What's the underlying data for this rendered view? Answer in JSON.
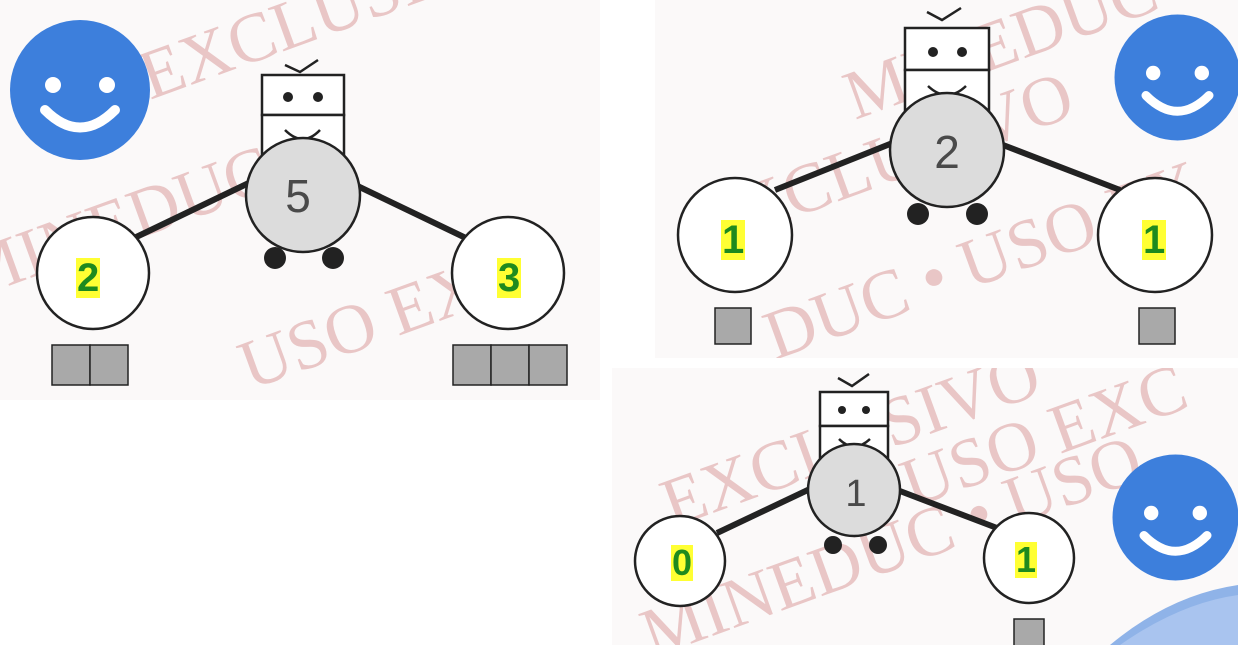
{
  "panels": [
    {
      "total": "5",
      "left_answer": "2",
      "right_answer": "3",
      "left_boxes": 2,
      "right_boxes": 3
    },
    {
      "total": "2",
      "left_answer": "1",
      "right_answer": "1",
      "left_boxes": 1,
      "right_boxes": 1
    },
    {
      "total": "1",
      "left_answer": "0",
      "right_answer": "1",
      "left_boxes": 0,
      "right_boxes": 1
    }
  ],
  "colors": {
    "smiley": "#3d7fdc",
    "answer_highlight": "#ffff33",
    "answer_text": "#1e8a1e",
    "box_fill": "#a9a9a9",
    "robot_body": "#dcdcdc"
  }
}
